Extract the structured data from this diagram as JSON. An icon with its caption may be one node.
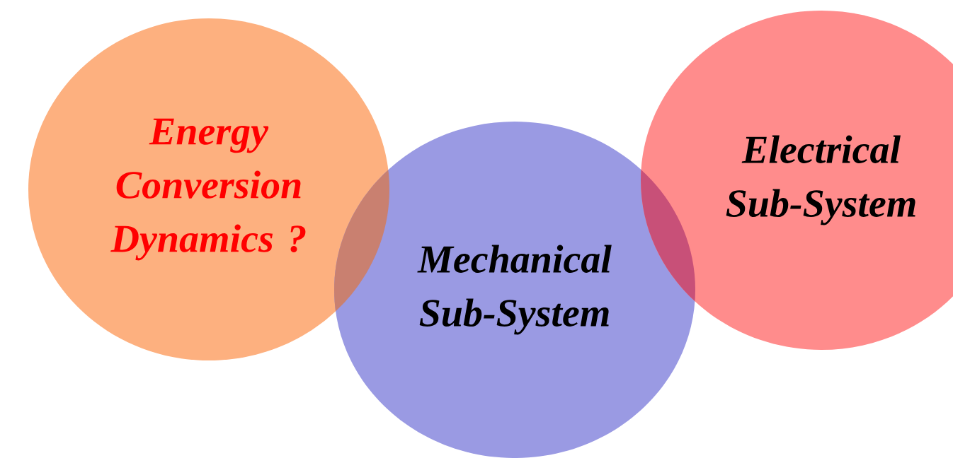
{
  "diagram": {
    "nodes": [
      {
        "text": [
          "Energy Conversion Dynamics ?"
        ]
      },
      {
        "text": [
          "Mechanical Sub-System"
        ]
      },
      {
        "text": [
          "Electrical Sub-System"
        ]
      }
    ]
  }
}
